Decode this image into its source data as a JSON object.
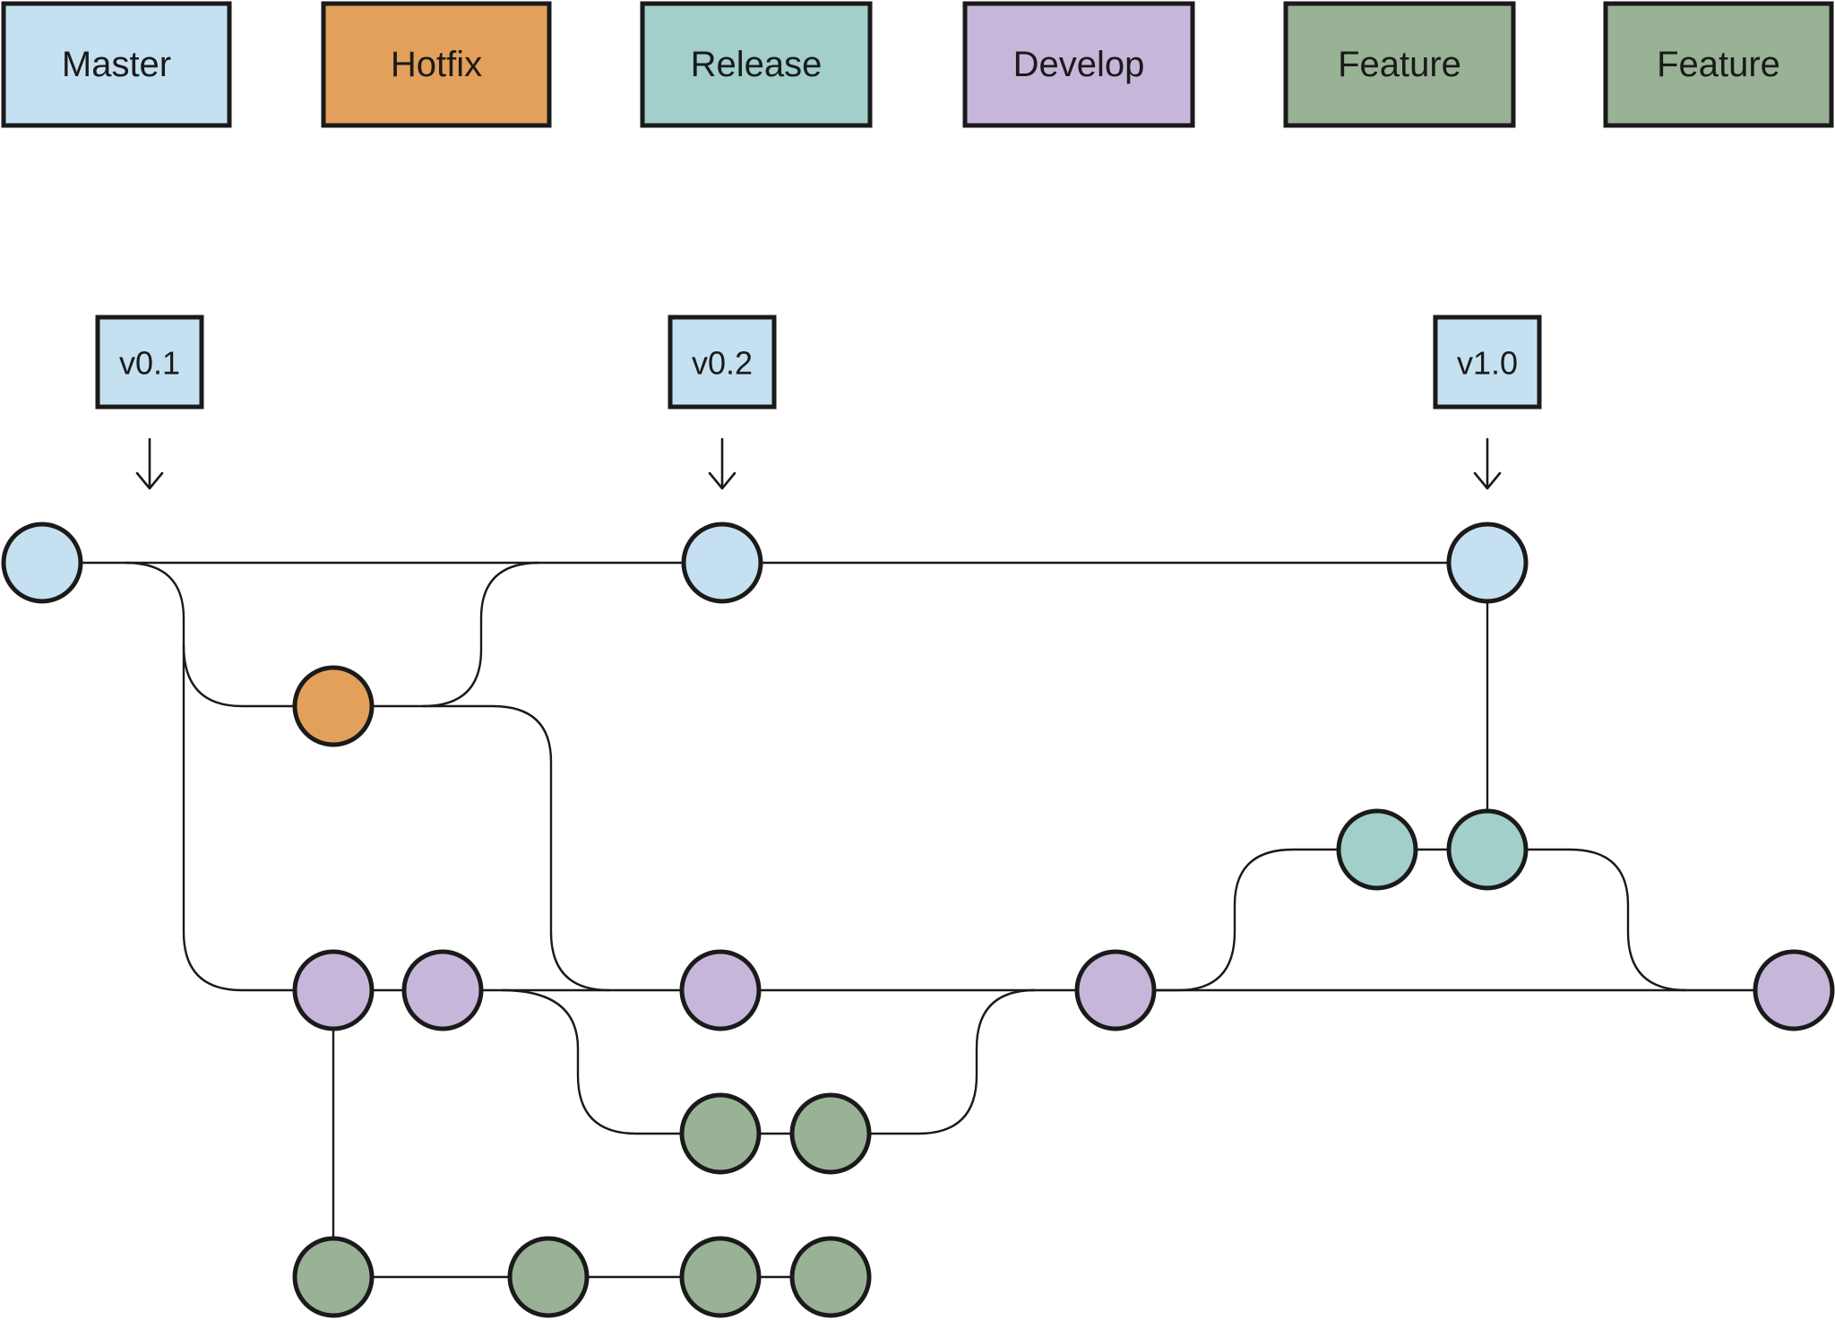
{
  "colors": {
    "master": "#c5e1f1",
    "hotfix": "#e3a05a",
    "release": "#a2cfca",
    "develop": "#c6b7da",
    "feature": "#99b296",
    "outline": "#1a1a1a"
  },
  "legend": [
    {
      "label": "Master",
      "branch": "master"
    },
    {
      "label": "Hotfix",
      "branch": "hotfix"
    },
    {
      "label": "Release",
      "branch": "release"
    },
    {
      "label": "Develop",
      "branch": "develop"
    },
    {
      "label": "Feature",
      "branch": "feature"
    },
    {
      "label": "Feature",
      "branch": "feature"
    }
  ],
  "tags": [
    {
      "label": "v0.1"
    },
    {
      "label": "v0.2"
    },
    {
      "label": "v1.0"
    }
  ]
}
